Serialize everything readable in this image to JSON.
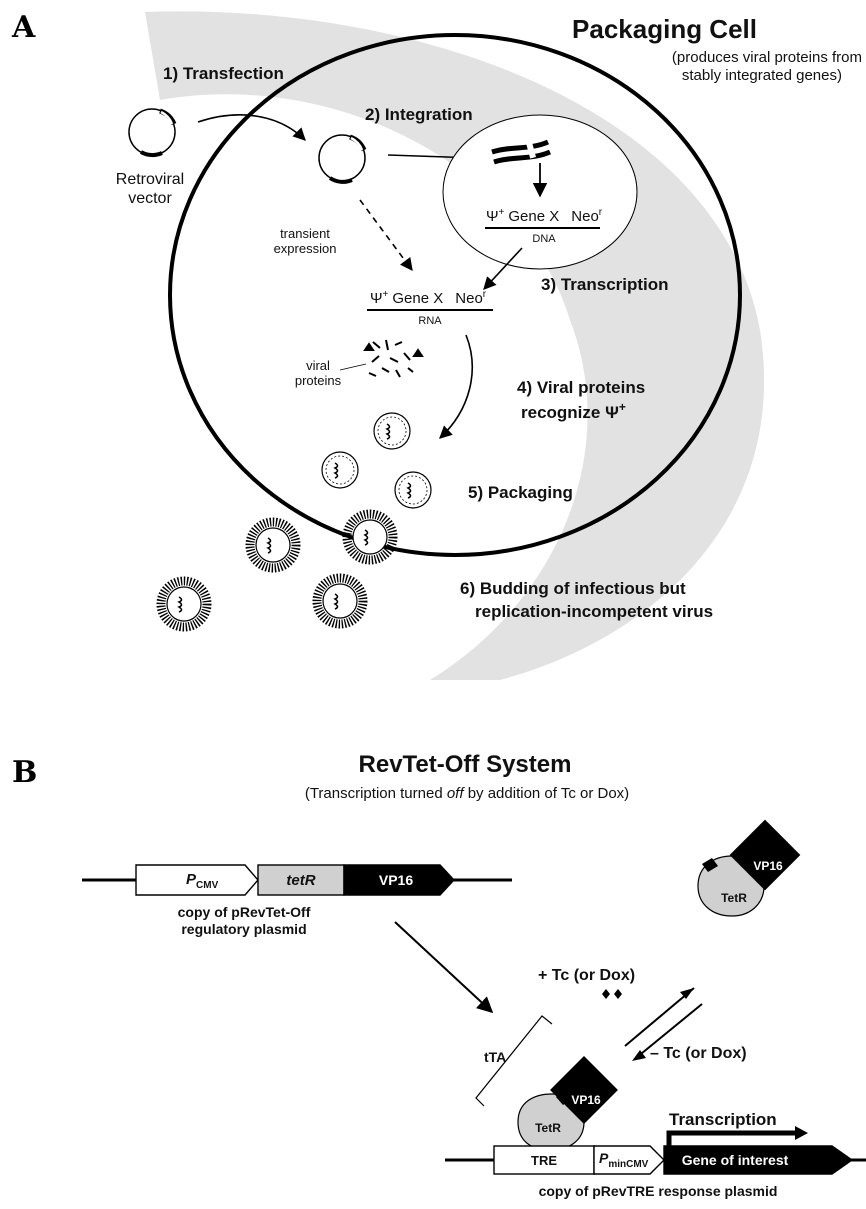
{
  "panel_a": {
    "letter": "A",
    "title": "Packaging Cell",
    "subtitle_line1": "(produces viral proteins from",
    "subtitle_line2": "stably integrated genes)",
    "step1": "1) Transfection",
    "step2": "2) Integration",
    "step3": "3) Transcription",
    "step4_line1": "4) Viral proteins",
    "step4_line2": "recognize Ψ",
    "step4_sup": "+",
    "step5": "5) Packaging",
    "step6_line1": "6) Budding of infectious but",
    "step6_line2": "replication-incompetent virus",
    "retroviral_line1": "Retroviral",
    "retroviral_line2": "vector",
    "transient_line1": "transient",
    "transient_line2": "expression",
    "viral_line1": "viral",
    "viral_line2": "proteins",
    "psi": "Ψ",
    "psi_sup": "+",
    "gene_x": "Gene X",
    "neo": "Neo",
    "neo_sup": "r",
    "dna": "DNA",
    "rna": "RNA"
  },
  "panel_b": {
    "letter": "B",
    "title": "RevTet-Off System",
    "subtitle_pre": "(Transcription turned ",
    "subtitle_em": "off",
    "subtitle_post": " by addition of Tc or Dox)",
    "p": "P",
    "cmv": "CMV",
    "tetr": "tetR",
    "vp16": "VP16",
    "reg_line1": "copy of pRevTet-Off",
    "reg_line2": "regulatory plasmid",
    "plus_tc": "+ Tc (or Dox)",
    "minus_tc": "– Tc (or Dox)",
    "tta": "tTA",
    "tetr_protein": "TetR",
    "transcription": "Transcription",
    "tre": "TRE",
    "mincmv": "minCMV",
    "gene": "Gene of interest",
    "resp": "copy of pRevTRE response plasmid"
  }
}
